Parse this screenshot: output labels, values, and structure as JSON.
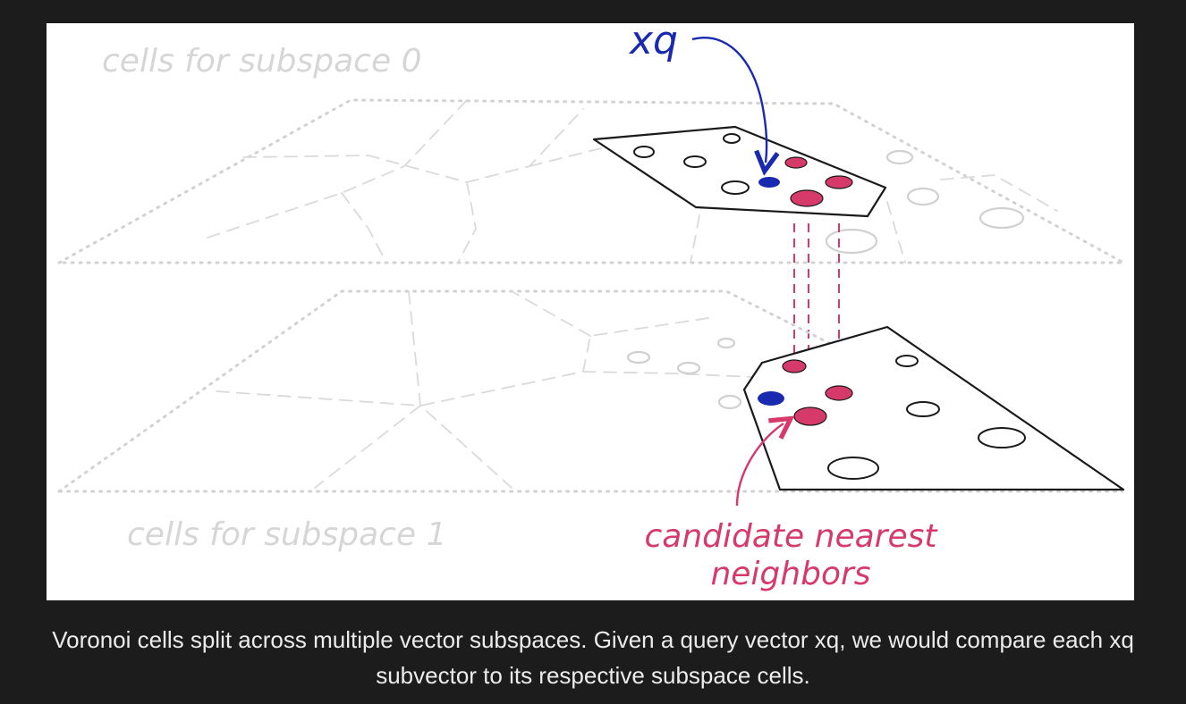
{
  "diagram": {
    "label_subspace_0": "cells for subspace 0",
    "label_subspace_1": "cells for subspace 1",
    "label_query": "xq",
    "label_candidates_line1": "candidate nearest",
    "label_candidates_line2": "neighbors",
    "colors": {
      "query": "#1a2ab0",
      "candidate": "#d63a6a",
      "faint": "#d2d2d2",
      "outline": "#1a1a1a"
    }
  },
  "caption": "Voronoi cells split across multiple vector subspaces. Given a query vector xq, we would compare each xq subvector to its respective subspace cells."
}
